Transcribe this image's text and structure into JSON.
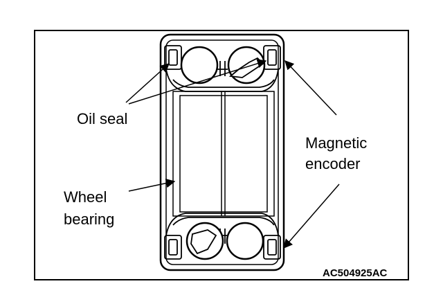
{
  "labels": {
    "oil_seal": "Oil seal",
    "magnetic_encoder_line1": "Magnetic",
    "magnetic_encoder_line2": "encoder",
    "wheel_bearing_line1": "Wheel",
    "wheel_bearing_line2": "bearing"
  },
  "figure_code": "AC504925AC",
  "colors": {
    "ink": "#000000",
    "background": "#ffffff"
  }
}
